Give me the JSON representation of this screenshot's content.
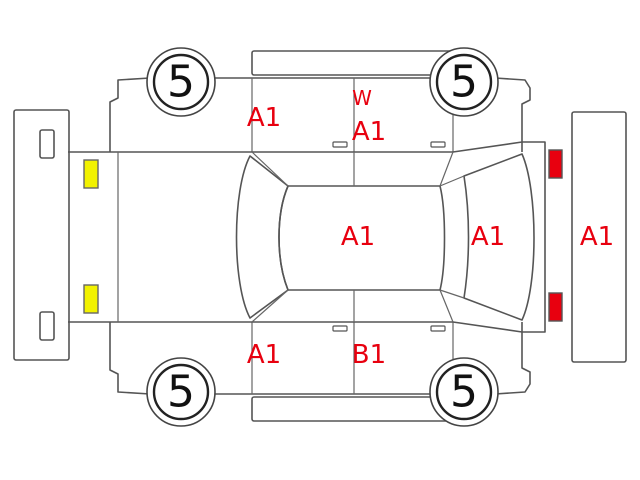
{
  "tires": {
    "front_left": "5",
    "front_right": "5",
    "rear_left": "5",
    "rear_right": "5"
  },
  "codes": {
    "upper_front_door": "A1",
    "upper_rear_door_top": "W",
    "upper_rear_door_bottom": "A1",
    "roof": "A1",
    "rear_window": "A1",
    "rear_bumper": "A1",
    "lower_front_door": "A1",
    "lower_rear_door": "B1"
  },
  "colors": {
    "outline": "#555555",
    "code_red": "#e8000f",
    "headlight_yellow": "#f2f200",
    "taillight_red": "#e8000f"
  }
}
